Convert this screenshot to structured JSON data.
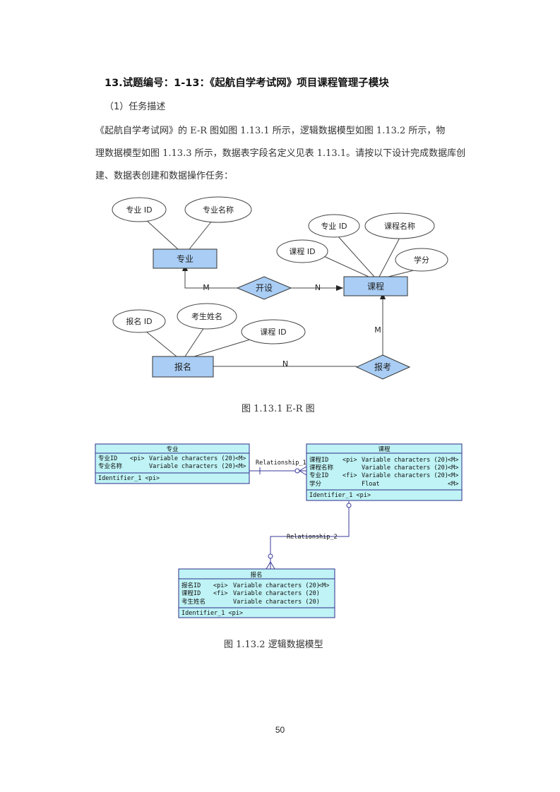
{
  "heading": "13.试题编号：1-13：《起航自学考试网》项目课程管理子模块",
  "subheading": "（1）任务描述",
  "paragraph": {
    "line1": "《起航自学考试网》的 E-R 图如图 1.13.1 所示，逻辑数据模型如图 1.13.2 所示，物",
    "line2": "理数据模型如图 1.13.3 所示，数据表字段名定义见表 1.13.1。请按以下设计完成数据库创",
    "line3": "建、数据表创建和数据操作任务："
  },
  "er_diagram": {
    "entities": {
      "major": "专业",
      "course": "课程",
      "enroll": "报名"
    },
    "attributes": {
      "major_id": "专业 ID",
      "major_name": "专业名称",
      "course_major_id": "专业 ID",
      "course_name": "课程名称",
      "course_id": "课程 ID",
      "credit": "学分",
      "enroll_id": "报名 ID",
      "student_name": "考生姓名",
      "enroll_course_id": "课程 ID"
    },
    "relations": {
      "offer": "开设",
      "apply": "报考"
    },
    "cardinality": {
      "offer_major": "M",
      "offer_course": "N",
      "apply_course": "M",
      "apply_enroll": "N"
    },
    "caption": "图 1.13.1   E-R 图"
  },
  "logical_model": {
    "tables": {
      "major": {
        "title": "专业",
        "rows": [
          {
            "name": "专业ID",
            "key": "<pi>",
            "type": "Variable characters (20)",
            "flag": "<M>"
          },
          {
            "name": "专业名称",
            "key": "",
            "type": "Variable characters (20)",
            "flag": "<M>"
          }
        ],
        "identifier": "Identifier_1  <pi>"
      },
      "course": {
        "title": "课程",
        "rows": [
          {
            "name": "课程ID",
            "key": "<pi>",
            "type": "Variable characters (20)",
            "flag": "<M>"
          },
          {
            "name": "课程名称",
            "key": "",
            "type": "Variable characters (20)",
            "flag": "<M>"
          },
          {
            "name": "专业ID",
            "key": "<fi>",
            "type": "Variable characters (20)",
            "flag": "<M>"
          },
          {
            "name": "学分",
            "key": "",
            "type": "Float",
            "flag": "<M>"
          }
        ],
        "identifier": "Identifier_1  <pi>"
      },
      "enroll": {
        "title": "报名",
        "rows": [
          {
            "name": "报名ID",
            "key": "<pi>",
            "type": "Variable characters (20)",
            "flag": "<M>"
          },
          {
            "name": "课程ID",
            "key": "<fi>",
            "type": "Variable characters (20)",
            "flag": ""
          },
          {
            "name": "考生姓名",
            "key": "",
            "type": "Variable characters (20)",
            "flag": ""
          }
        ],
        "identifier": "Identifier_1  <pi>"
      }
    },
    "relationships": {
      "r1": "Relationship_1",
      "r2": "Relationship_2"
    },
    "caption": "图 1.13.2   逻辑数据模型"
  },
  "page_number": "50",
  "colors": {
    "entity_fill": "#a9cdf4",
    "table_fill": "#bff3f5",
    "table_border": "#2d2d8a",
    "line": "#333333"
  }
}
